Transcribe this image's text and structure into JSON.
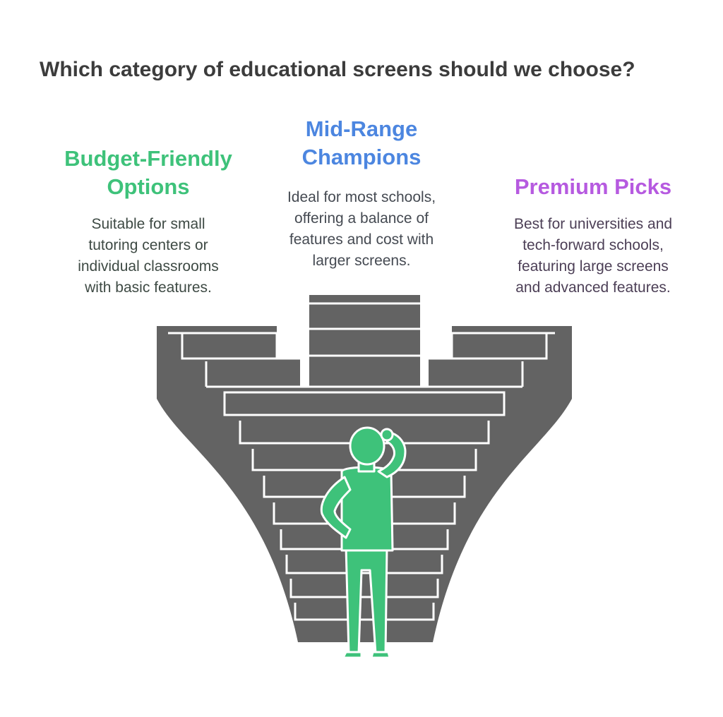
{
  "title": "Which category of educational screens should we choose?",
  "colors": {
    "budget": "#3ec27a",
    "mid": "#4c86e0",
    "premium": "#b65ae0",
    "stairs": "#636363",
    "person": "#3ec27a"
  },
  "options": [
    {
      "title_line1": "Budget-Friendly",
      "title_line2": "Options",
      "desc_lines": [
        "Suitable for small",
        "tutoring centers or",
        "individual classrooms",
        "with basic features."
      ]
    },
    {
      "title_line1": "Mid-Range",
      "title_line2": "Champions",
      "desc_lines": [
        "Ideal for most schools,",
        "offering a balance of",
        "features and cost with",
        "larger screens."
      ]
    },
    {
      "title_line1": "Premium Picks",
      "desc_lines": [
        "Best for universities and",
        "tech-forward schools,",
        "featuring large screens",
        "and advanced features."
      ]
    }
  ],
  "illustration": {
    "stairs_icon": "branching-staircase",
    "person_icon": "person-scratching-head"
  }
}
